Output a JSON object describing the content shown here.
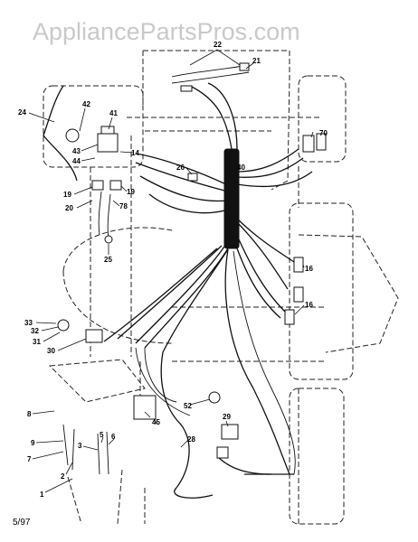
{
  "watermark": "AppliancePartsPros.com",
  "footer_date": "5/97",
  "callouts": [
    "22",
    "21",
    "24",
    "42",
    "41",
    "43",
    "44",
    "14",
    "26",
    "40",
    "70",
    "19",
    "19",
    "20",
    "78",
    "25",
    "16",
    "16",
    "33",
    "32",
    "31",
    "30",
    "8",
    "9",
    "7",
    "2",
    "3",
    "1",
    "5",
    "6",
    "45",
    "52",
    "29",
    "28"
  ]
}
